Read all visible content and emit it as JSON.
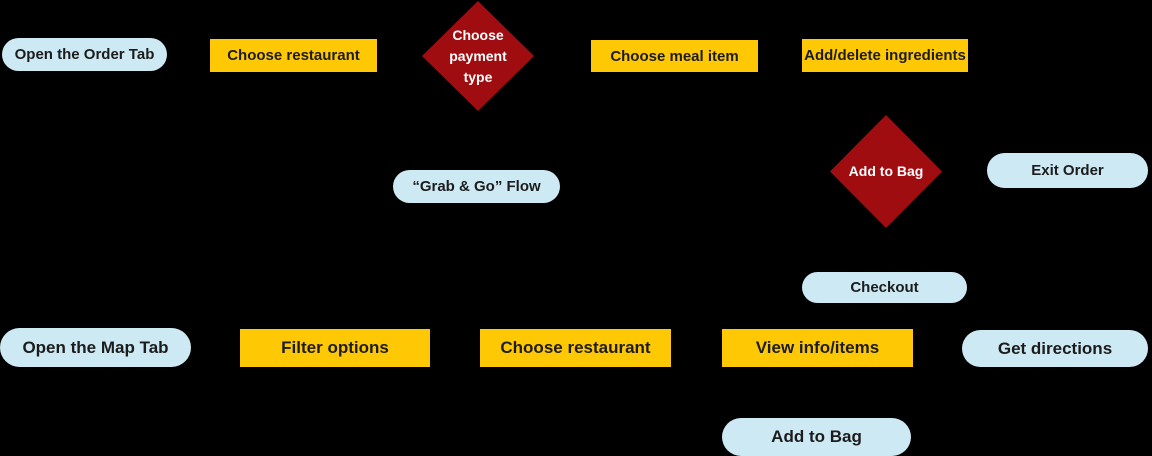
{
  "colors": {
    "background": "#000000",
    "terminal_fill": "#CDE9F3",
    "process_fill": "#FFC805",
    "decision_fill": "#A00D11",
    "text_dark": "#1C1C1C",
    "text_light": "#FFFFFF"
  },
  "nodes": {
    "open_order_tab": {
      "label": "Open the Order Tab",
      "shape": "pill"
    },
    "choose_restaurant_top": {
      "label": "Choose restaurant",
      "shape": "rect"
    },
    "choose_payment_type": {
      "label": "Choose payment type",
      "shape": "diamond"
    },
    "choose_meal_item": {
      "label": "Choose meal item",
      "shape": "rect"
    },
    "add_delete_ingredients": {
      "label": "Add/delete ingredients",
      "shape": "rect"
    },
    "grab_and_go_flow": {
      "label": "“Grab & Go” Flow",
      "shape": "pill"
    },
    "add_to_bag_decision": {
      "label": "Add to Bag",
      "shape": "diamond"
    },
    "exit_order": {
      "label": "Exit Order",
      "shape": "pill"
    },
    "checkout": {
      "label": "Checkout",
      "shape": "pill"
    },
    "open_map_tab": {
      "label": "Open the Map Tab",
      "shape": "pill"
    },
    "filter_options": {
      "label": "Filter options",
      "shape": "rect"
    },
    "choose_restaurant_bottom": {
      "label": "Choose restaurant",
      "shape": "rect"
    },
    "view_info_items": {
      "label": "View info/items",
      "shape": "rect"
    },
    "get_directions": {
      "label": "Get directions",
      "shape": "pill"
    },
    "add_to_bag_bottom": {
      "label": "Add to Bag",
      "shape": "pill"
    }
  }
}
